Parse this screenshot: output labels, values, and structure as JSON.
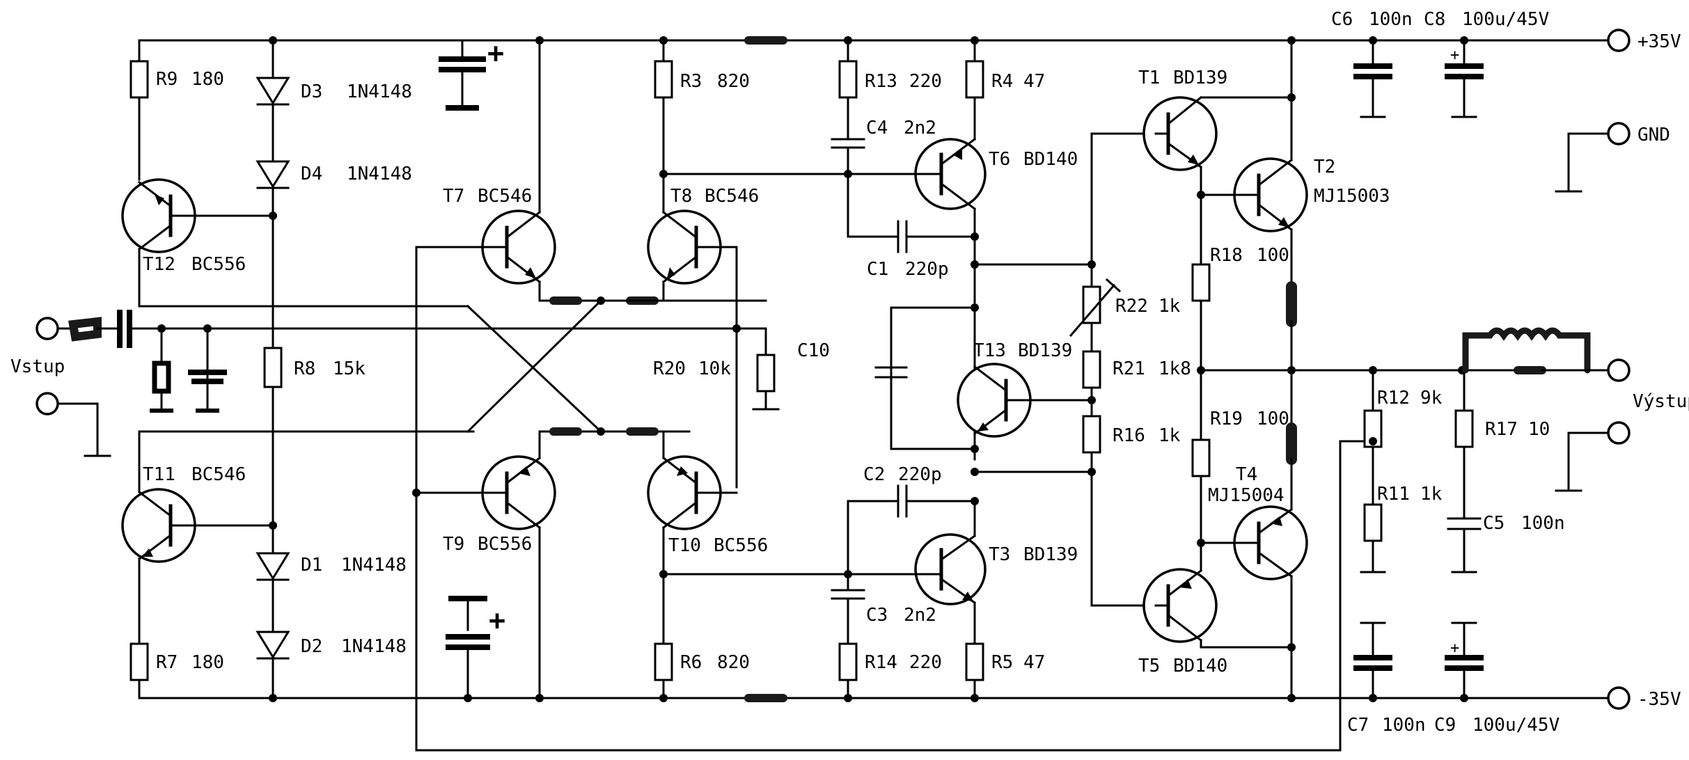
{
  "rails": {
    "positive": "+35V",
    "negative": "-35V",
    "ground": "GND"
  },
  "ports": {
    "input": "Vstup",
    "output": "Výstup"
  },
  "components": {
    "R9": {
      "ref": "R9",
      "value": "180"
    },
    "R7": {
      "ref": "R7",
      "value": "180"
    },
    "R8": {
      "ref": "R8",
      "value": "15k"
    },
    "R3": {
      "ref": "R3",
      "value": "820"
    },
    "R6": {
      "ref": "R6",
      "value": "820"
    },
    "R13": {
      "ref": "R13",
      "value": "220"
    },
    "R14": {
      "ref": "R14",
      "value": "220"
    },
    "R4": {
      "ref": "R4",
      "value": "47"
    },
    "R5": {
      "ref": "R5",
      "value": "47"
    },
    "R20": {
      "ref": "R20",
      "value": "10k"
    },
    "R22": {
      "ref": "R22",
      "value": "1k"
    },
    "R21": {
      "ref": "R21",
      "value": "1k8"
    },
    "R16": {
      "ref": "R16",
      "value": "1k"
    },
    "R18": {
      "ref": "R18",
      "value": "100"
    },
    "R19": {
      "ref": "R19",
      "value": "100"
    },
    "R12": {
      "ref": "R12",
      "value": "9k"
    },
    "R11": {
      "ref": "R11",
      "value": "1k"
    },
    "R17": {
      "ref": "R17",
      "value": "10"
    },
    "D1": {
      "ref": "D1",
      "value": "1N4148"
    },
    "D2": {
      "ref": "D2",
      "value": "1N4148"
    },
    "D3": {
      "ref": "D3",
      "value": "1N4148"
    },
    "D4": {
      "ref": "D4",
      "value": "1N4148"
    },
    "C1": {
      "ref": "C1",
      "value": "220p"
    },
    "C2": {
      "ref": "C2",
      "value": "220p"
    },
    "C3": {
      "ref": "C3",
      "value": "2n2"
    },
    "C4": {
      "ref": "C4",
      "value": "2n2"
    },
    "C5": {
      "ref": "C5",
      "value": "100n"
    },
    "C6": {
      "ref": "C6",
      "value": "100n"
    },
    "C7": {
      "ref": "C7",
      "value": "100n"
    },
    "C8": {
      "ref": "C8",
      "value": "100u/45V"
    },
    "C9": {
      "ref": "C9",
      "value": "100u/45V"
    },
    "C10": {
      "ref": "C10",
      "value": ""
    },
    "T1": {
      "ref": "T1",
      "value": "BD139"
    },
    "T2": {
      "ref": "T2",
      "value": "MJ15003"
    },
    "T3": {
      "ref": "T3",
      "value": "BD139"
    },
    "T4": {
      "ref": "T4",
      "value": "MJ15004"
    },
    "T5": {
      "ref": "T5",
      "value": "BD140"
    },
    "T6": {
      "ref": "T6",
      "value": "BD140"
    },
    "T7": {
      "ref": "T7",
      "value": "BC546"
    },
    "T8": {
      "ref": "T8",
      "value": "BC546"
    },
    "T9": {
      "ref": "T9",
      "value": "BC556"
    },
    "T10": {
      "ref": "T10",
      "value": "BC556"
    },
    "T11": {
      "ref": "T11",
      "value": "BC546"
    },
    "T12": {
      "ref": "T12",
      "value": "BC556"
    },
    "T13": {
      "ref": "T13",
      "value": "BD139"
    }
  }
}
